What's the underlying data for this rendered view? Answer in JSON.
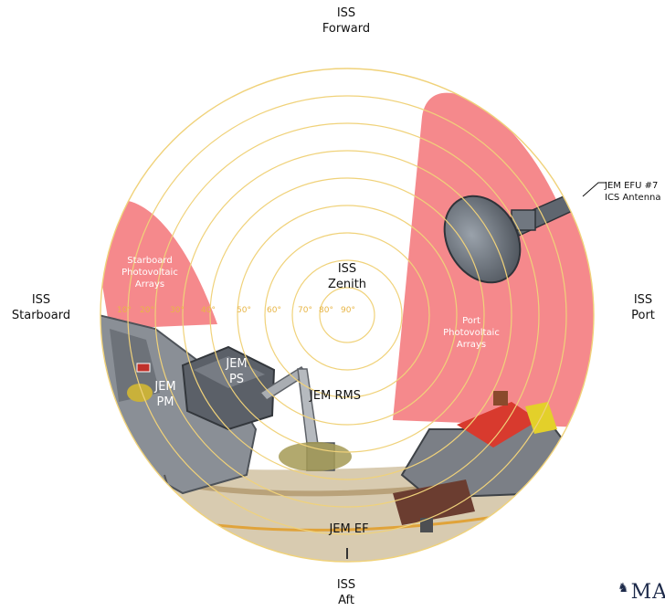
{
  "directions": {
    "forward": [
      "ISS",
      "Forward"
    ],
    "aft": [
      "ISS",
      "Aft"
    ],
    "starboard": [
      "ISS",
      "Starboard"
    ],
    "port": [
      "ISS",
      "Port"
    ]
  },
  "center_label": [
    "ISS",
    "Zenith"
  ],
  "elevation_ticks": [
    "10°",
    "20°",
    "30°",
    "40°",
    "50°",
    "60°",
    "70°",
    "80°",
    "90°"
  ],
  "regions": {
    "starboard_arrays": [
      "Starboard",
      "Photovoltaic",
      "Arrays"
    ],
    "port_arrays": [
      "Port",
      "Photovoltaic",
      "Arrays"
    ]
  },
  "components": {
    "jem_pm": [
      "JEM",
      "PM"
    ],
    "jem_ps": [
      "JEM",
      "PS"
    ],
    "jem_rms": "JEM RMS",
    "jem_ef": "JEM EF",
    "antenna": [
      "JEM EFU #7",
      "ICS Antenna"
    ]
  },
  "logo_text": "MA",
  "colors": {
    "obstruction": "#f5898c",
    "ring": "#f0d27a",
    "tick_text": "#e8b545",
    "structure": "#8a8f96",
    "deck": "#d8cbb0"
  }
}
